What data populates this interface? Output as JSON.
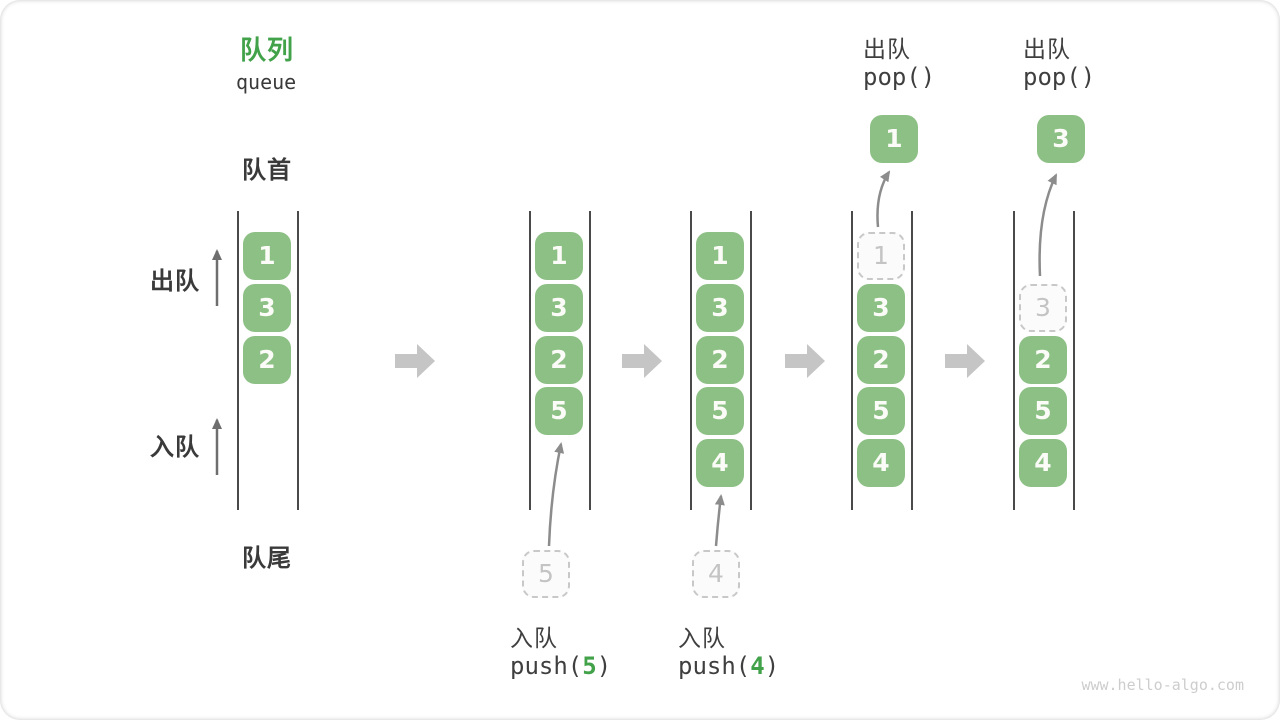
{
  "figure": {
    "title_zh": "队列",
    "title_en": "queue",
    "watermark": "www.hello-algo.com"
  },
  "labels": {
    "front": "队首",
    "rear": "队尾",
    "dequeue": "出队",
    "enqueue": "入队"
  },
  "colors": {
    "title_green": "#42A24A",
    "cell_green": "#8CC084",
    "cell_text": "#FBFBF7",
    "dashed_border": "#C8C8C8",
    "dashed_text": "#C4C4C4",
    "wall_dark": "#4A4A4A",
    "block_arrow_gray": "#C5C5C5",
    "curve_arrow_gray": "#8C8C8C",
    "label_dark": "#3A3A3A",
    "watermark_gray": "#CDCDCD"
  },
  "states": [
    {
      "cells": [
        {
          "v": "1",
          "kind": "solid"
        },
        {
          "v": "3",
          "kind": "solid"
        },
        {
          "v": "2",
          "kind": "solid"
        }
      ]
    },
    {
      "cells": [
        {
          "v": "1",
          "kind": "solid"
        },
        {
          "v": "3",
          "kind": "solid"
        },
        {
          "v": "2",
          "kind": "solid"
        },
        {
          "v": "5",
          "kind": "solid"
        }
      ],
      "incoming_value": "5",
      "op": {
        "label": "入队",
        "code_prefix": "push(",
        "code_arg": "5",
        "code_suffix": ")"
      }
    },
    {
      "cells": [
        {
          "v": "1",
          "kind": "solid"
        },
        {
          "v": "3",
          "kind": "solid"
        },
        {
          "v": "2",
          "kind": "solid"
        },
        {
          "v": "5",
          "kind": "solid"
        },
        {
          "v": "4",
          "kind": "solid"
        }
      ],
      "incoming_value": "4",
      "op": {
        "label": "入队",
        "code_prefix": "push(",
        "code_arg": "4",
        "code_suffix": ")"
      }
    },
    {
      "cells": [
        {
          "v": "1",
          "kind": "dashed"
        },
        {
          "v": "3",
          "kind": "solid"
        },
        {
          "v": "2",
          "kind": "solid"
        },
        {
          "v": "5",
          "kind": "solid"
        },
        {
          "v": "4",
          "kind": "solid"
        }
      ],
      "popped_value": "1",
      "op": {
        "label": "出队",
        "code": "pop()"
      }
    },
    {
      "cells": [
        {
          "kind": "empty"
        },
        {
          "v": "3",
          "kind": "dashed"
        },
        {
          "v": "2",
          "kind": "solid"
        },
        {
          "v": "5",
          "kind": "solid"
        },
        {
          "v": "4",
          "kind": "solid"
        }
      ],
      "popped_value": "3",
      "op": {
        "label": "出队",
        "code": "pop()"
      }
    }
  ]
}
